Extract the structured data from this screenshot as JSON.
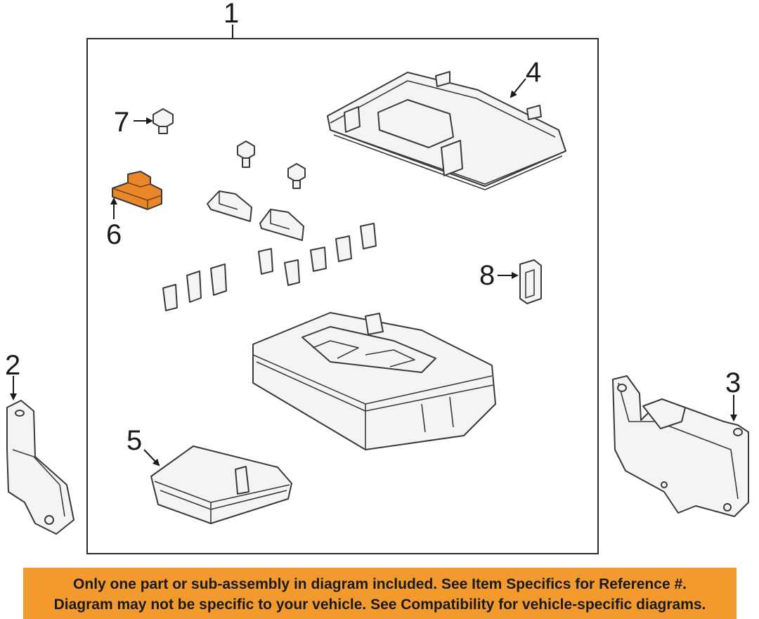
{
  "diagram": {
    "frame_callout": "1",
    "callouts": {
      "c1": "1",
      "c2": "2",
      "c3": "3",
      "c4": "4",
      "c5": "5",
      "c6": "6",
      "c7": "7",
      "c8": "8"
    },
    "highlight_color": "#e8862a",
    "highlighted_part": "6"
  },
  "notice": {
    "line1": "Only one part or sub-assembly in diagram included. See Item Specifics for Reference #.",
    "line2": "Diagram may not be specific to your vehicle. See Compatibility for vehicle-specific diagrams.",
    "background": "#f29a2e"
  }
}
